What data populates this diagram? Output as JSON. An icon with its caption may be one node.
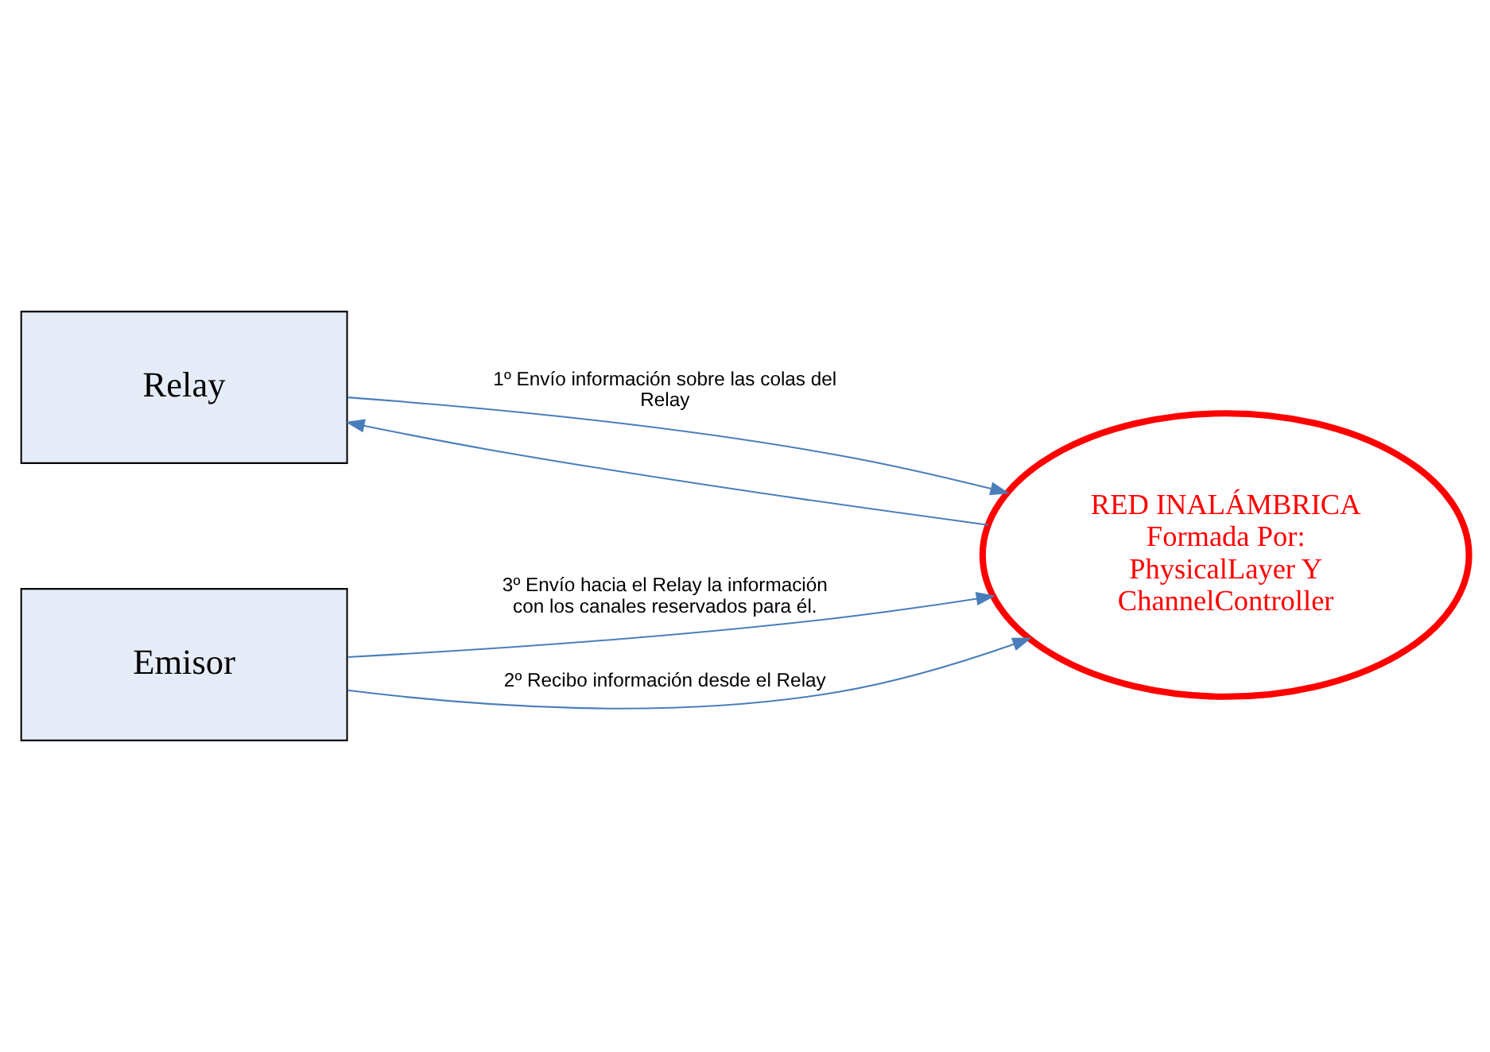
{
  "diagram": {
    "nodes": [
      {
        "text": [
          "Relay"
        ]
      },
      {
        "text": [
          "RED INALÁMBRICA Formada Por: PhysicalLayer Y ChannelController"
        ]
      },
      {
        "text": [
          "Emisor"
        ]
      }
    ],
    "edges": [
      {
        "from": 1,
        "to": 0,
        "arrow": "to"
      },
      {
        "from": 0,
        "to": 1,
        "arrow": "to",
        "label": "1º Envío información sobre las colas del Relay"
      },
      {
        "from": 2,
        "to": 1,
        "arrow": "to",
        "label": "3º Envío hacia el Relay la información con los canales reservados para él."
      },
      {
        "from": 2,
        "to": 1,
        "arrow": "to",
        "label": "2º Recibo información desde el Relay"
      }
    ]
  }
}
